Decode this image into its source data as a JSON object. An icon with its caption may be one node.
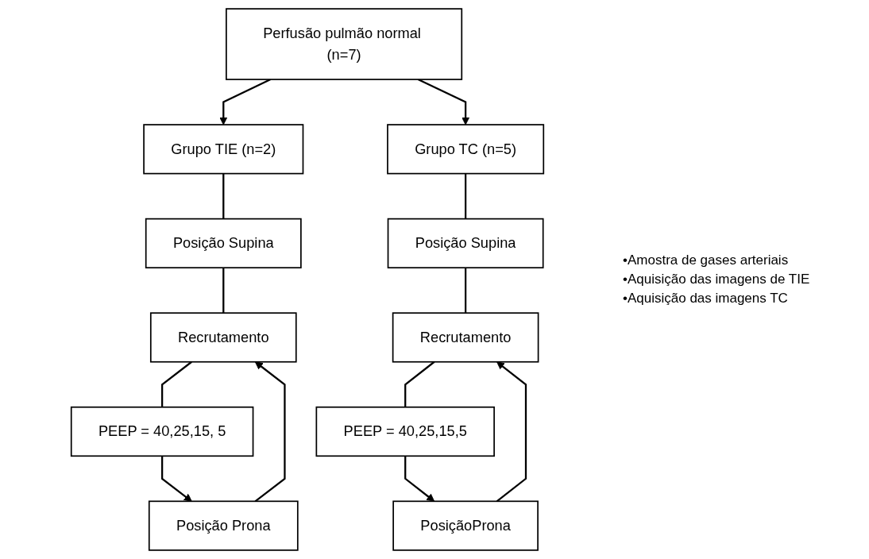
{
  "diagram": {
    "nodes": [
      {
        "text": [
          "Perfusão pulmão normal (n=7)"
        ]
      },
      {
        "text": [
          "Grupo TIE (n=2)"
        ]
      },
      {
        "text": [
          "Posição Supina"
        ]
      },
      {
        "text": [
          "Recrutamento"
        ]
      },
      {
        "text": [
          "PEEP = 40,25,15, 5"
        ]
      },
      {
        "text": [
          "Posição Prona"
        ]
      },
      {
        "text": [
          "Grupo TC (n=5)"
        ]
      },
      {
        "text": [
          "Posição Supina"
        ]
      },
      {
        "text": [
          "Recrutamento"
        ]
      },
      {
        "text": [
          "PEEP = 40,25,15,5"
        ]
      },
      {
        "text": [
          "PosiçãoProna"
        ]
      }
    ],
    "edges": [
      {
        "from": 0,
        "to": 1,
        "arrow": "to"
      },
      {
        "from": 0,
        "to": 6,
        "arrow": "to"
      },
      {
        "from": 1,
        "to": 2,
        "arrow": "none"
      },
      {
        "from": 2,
        "to": 3,
        "arrow": "none"
      },
      {
        "from": 3,
        "to": 4,
        "arrow": "none"
      },
      {
        "from": 4,
        "to": 5,
        "arrow": "to"
      },
      {
        "from": 5,
        "to": 3,
        "arrow": "to"
      },
      {
        "from": 6,
        "to": 7,
        "arrow": "none"
      },
      {
        "from": 7,
        "to": 8,
        "arrow": "none"
      },
      {
        "from": 8,
        "to": 9,
        "arrow": "none"
      },
      {
        "from": 9,
        "to": 10,
        "arrow": "to"
      },
      {
        "from": 10,
        "to": 8,
        "arrow": "to"
      }
    ],
    "labels": [
      "•Amostra de gases arteriais",
      "•Aquisição das imagens de TIE",
      "•Aquisição das imagens TC"
    ]
  }
}
